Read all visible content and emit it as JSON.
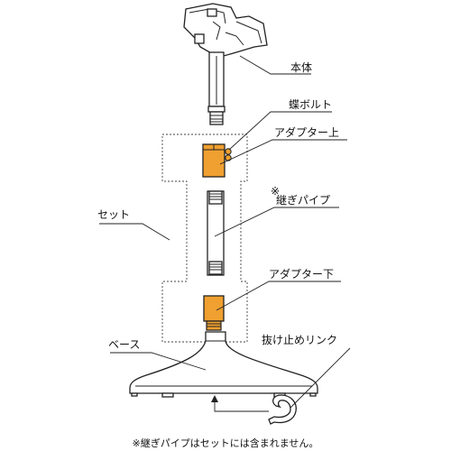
{
  "labels": {
    "body": "本体",
    "wing_bolt": "蝶ボルト",
    "adapter_top": "アダプター上",
    "joint_pipe_mark": "※",
    "joint_pipe": "継ぎパイプ",
    "set": "セット",
    "adapter_bottom": "アダプター下",
    "base": "ベース",
    "retaining_ring": "抜け止めリンク"
  },
  "footnote": "※継ぎパイプはセットには含まれません。",
  "colors": {
    "adapter_fill": "#f0a030",
    "line": "#222222"
  }
}
